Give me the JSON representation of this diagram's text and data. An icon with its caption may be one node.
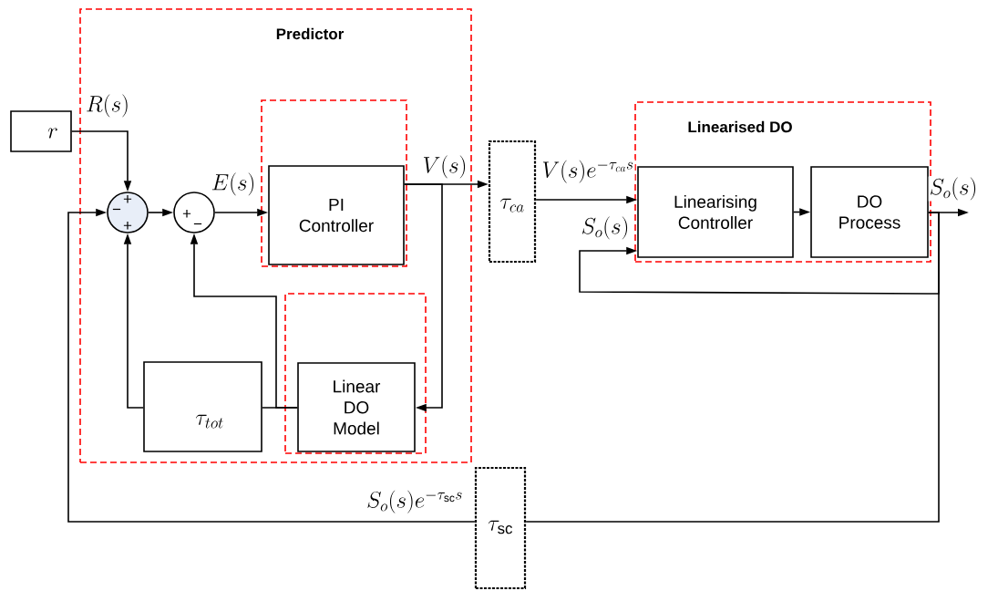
{
  "diagram": {
    "nodes": [
      {
        "text": [
          "Predictor"
        ]
      },
      {
        "text": [
          "r"
        ]
      },
      {
        "text": [
          "+",
          "−",
          "+"
        ],
        "in": 0
      },
      {
        "text": [
          "+",
          "−"
        ],
        "in": 0
      },
      {
        "text": [],
        "shape": "box",
        "in": 0
      },
      {
        "text": [
          "PI Controller"
        ],
        "in": 4
      },
      {
        "text": [],
        "shape": "box",
        "in": 0
      },
      {
        "text": [
          "Linear DO Model"
        ],
        "in": 6
      },
      {
        "text": [
          "\\tau_{tot}"
        ],
        "in": 0
      },
      {
        "text": [
          "\\tau_{ca}"
        ]
      },
      {
        "text": [
          "Linearised DO"
        ]
      },
      {
        "text": [
          "Linearising Controller"
        ],
        "in": 10
      },
      {
        "text": [
          "DO Process"
        ],
        "in": 10
      },
      {
        "text": [
          "\\tau_{\\mathrm{sc}}"
        ]
      }
    ],
    "edges": [
      {
        "from": 1,
        "to": 2,
        "arrow": "to",
        "label": "R(s)"
      },
      {
        "from": 2,
        "to": 3,
        "arrow": "to"
      },
      {
        "from": 3,
        "to": 5,
        "arrow": "to",
        "label": "E(s)"
      },
      {
        "from": 5,
        "to": 9,
        "arrow": "to",
        "label": "V(s)"
      },
      {
        "from": 5,
        "to": 7,
        "arrow": "to"
      },
      {
        "from": 7,
        "to": 8,
        "arrow": "none"
      },
      {
        "from": 7,
        "to": 3,
        "arrow": "to"
      },
      {
        "from": 8,
        "to": 2,
        "arrow": "to"
      },
      {
        "from": 9,
        "to": 11,
        "arrow": "to",
        "label": "V(s)e^{-\\tau_{ca}s}"
      },
      {
        "from": 11,
        "to": 12,
        "arrow": "to"
      },
      {
        "from": 12,
        "to": null,
        "arrow": "to",
        "label": "S_o(s)"
      },
      {
        "from": 12,
        "to": 11,
        "arrow": "to",
        "label": "S_o(s)"
      },
      {
        "from": 12,
        "to": 13,
        "arrow": "none"
      },
      {
        "from": 13,
        "to": 2,
        "arrow": "to",
        "label": "S_o(s)e^{-\\tau_{\\mathrm{sc}}s}"
      }
    ]
  }
}
